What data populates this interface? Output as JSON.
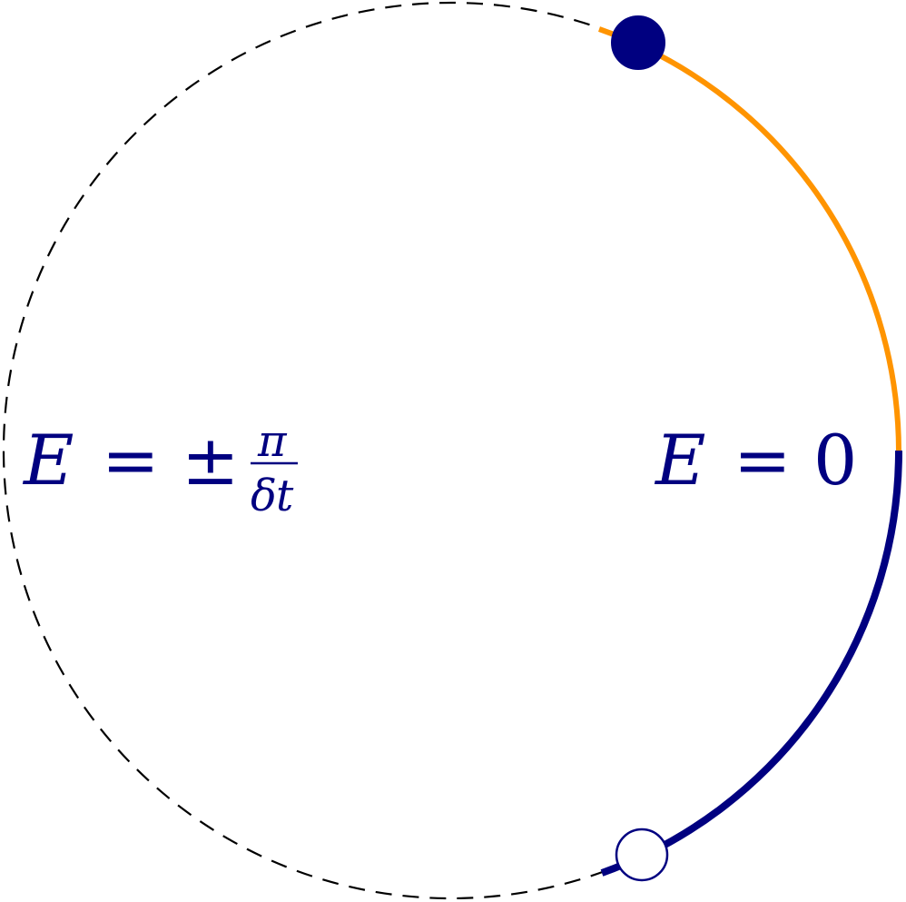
{
  "colors": {
    "upper_arc": "#FF9400",
    "lower_arc": "#000080",
    "label": "#000080",
    "dashed_circle": "#000000",
    "filled_marker": "#000080",
    "open_marker_fill": "#ffffff",
    "open_marker_stroke": "#000080"
  },
  "labels": {
    "left": {
      "var": "E",
      "eq": "=",
      "pm": "±",
      "numerator": "π",
      "denominator_delta": "δ",
      "denominator_t": "t"
    },
    "right": {
      "var": "E",
      "eq": "=",
      "value": "0"
    }
  }
}
